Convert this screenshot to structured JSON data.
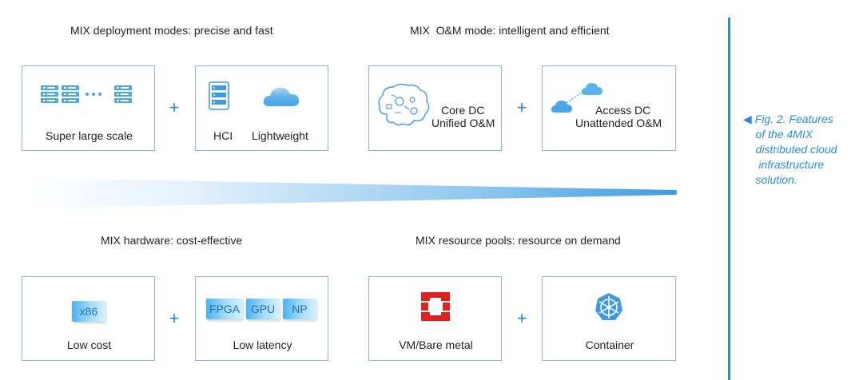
{
  "sections": {
    "deployment": "MIX deployment modes: precise and fast",
    "om": "MIX  O&M mode: intelligent and efficient",
    "hardware": "MIX hardware: cost-effective",
    "pools": "MIX resource pools: resource on demand"
  },
  "cards": {
    "scale": {
      "label": "Super large scale",
      "icon": "server-cluster-icon"
    },
    "hci": {
      "label": "HCI",
      "icon": "server-stack-icon"
    },
    "lightweight": {
      "label": "Lightweight",
      "icon": "cloud-icon"
    },
    "core_dc": {
      "label1": "Core DC",
      "label2": "Unified O&M",
      "icon": "brain-icon"
    },
    "access_dc": {
      "label1": "Access DC",
      "label2": "Unattended O&M",
      "icon": "cloud-pair-icon"
    },
    "low_cost": {
      "label": "Low cost",
      "chip": "x86"
    },
    "low_latency": {
      "label": "Low latency",
      "chips": [
        "FPGA",
        "GPU",
        "NP"
      ]
    },
    "vm": {
      "label": "VM/Bare metal",
      "icon": "openstack-icon"
    },
    "container": {
      "label": "Container",
      "icon": "kubernetes-icon"
    }
  },
  "plus": "+",
  "caption": {
    "lines": [
      "◀ Fig. 2. Features",
      "    of the 4MIX",
      "    distributed cloud",
      "     infrastructure",
      "    solution."
    ]
  },
  "colors": {
    "accent": "#2b8ad6",
    "border": "#8fb3d9",
    "openstack_red": "#e0211b"
  }
}
